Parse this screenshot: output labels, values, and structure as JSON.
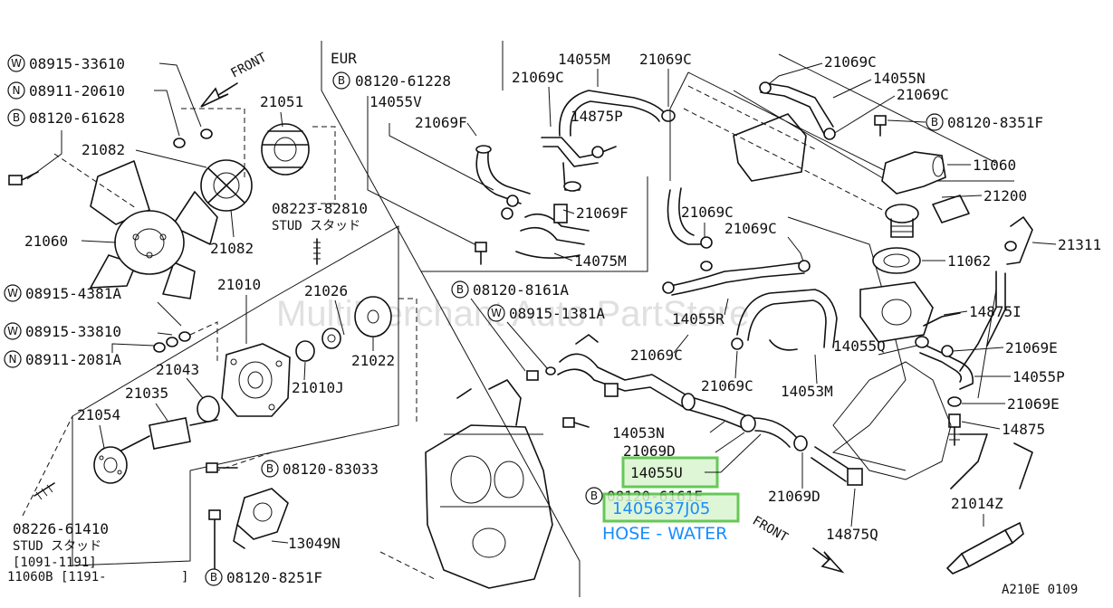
{
  "diagram": {
    "watermark": "MultiMerchant Auto PartStore",
    "region_code": "EUR",
    "figure_code": "A210E 0109",
    "front_label": "FRONT",
    "highlight": {
      "label_part": "14055U",
      "part_number": "1405637J05",
      "description": "HOSE - WATER",
      "color": "#4cbf3a",
      "text_color": "#1a8cff"
    },
    "callouts_left": [
      {
        "prefix": "W",
        "code": "08915-33610"
      },
      {
        "prefix": "N",
        "code": "08911-20610"
      },
      {
        "prefix": "B",
        "code": "08120-61628"
      },
      {
        "prefix": "W",
        "code": "08915-4381A"
      },
      {
        "prefix": "W",
        "code": "08915-33810"
      },
      {
        "prefix": "N",
        "code": "08911-2081A"
      }
    ],
    "labels": {
      "p21051": "21051",
      "p21082a": "21082",
      "p21082b": "21082",
      "p21060": "21060",
      "stud1": "08223-82810",
      "stud1_text": "STUD スタッド",
      "p21010": "21010",
      "p21026": "21026",
      "p21043": "21043",
      "p21022": "21022",
      "p21035": "21035",
      "p21010j": "21010J",
      "p21054": "21054",
      "b83033": "08120-83033",
      "stud2": "08226-61410",
      "stud2_text": "STUD スタッド",
      "range1": "[1091-1191]",
      "p11060b": "11060B [1191-",
      "range2_end": "]",
      "p13049n": "13049N",
      "b8251f": "08120-8251F",
      "b61228": "08120-61228",
      "p14055v": "14055V",
      "p21069f_a": "21069F",
      "p21069c_a": "21069C",
      "p14055m": "14055M",
      "p21069c_b": "21069C",
      "p14875p": "14875P",
      "p21069f_b": "21069F",
      "p14075m": "14075M",
      "b8161a": "08120-8161A",
      "w1381a": "08915-1381A",
      "p21069c_c": "21069C",
      "p14055n": "14055N",
      "p21069c_d": "21069C",
      "b8351f": "08120-8351F",
      "p11060": "11060",
      "p21200": "21200",
      "p21311": "21311",
      "p21069c_e": "21069C",
      "p21069c_f": "21069C",
      "p11062": "11062",
      "p14875i": "14875I",
      "p14055r": "14055R",
      "p21069c_g": "21069C",
      "p14055q": "14055Q",
      "p21069e_a": "21069E",
      "p14055p": "14055P",
      "p21069c_h": "21069C",
      "p14053m": "14053M",
      "p21069e_b": "21069E",
      "p14053n": "14053N",
      "p14875": "14875",
      "p21069d_a": "21069D",
      "p21069d_b": "21069D",
      "b6161e": "08120-6161E",
      "p14875q": "14875Q",
      "p21014z": "21014Z"
    }
  }
}
